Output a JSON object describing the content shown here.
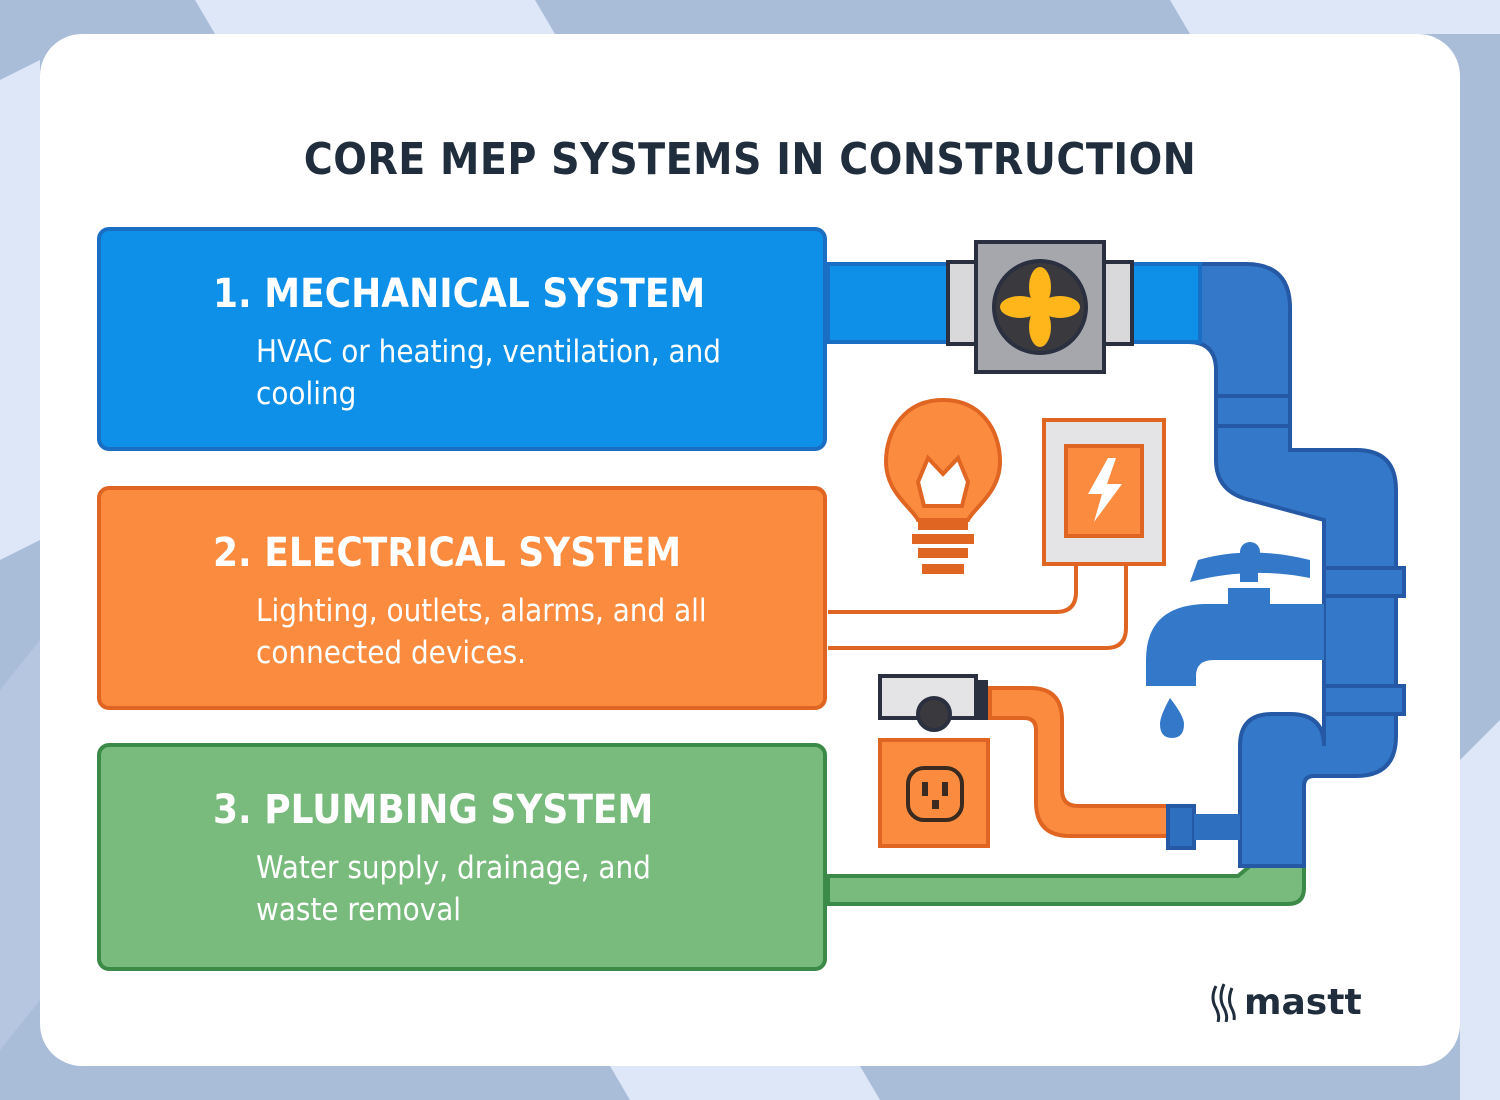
{
  "title": "CORE MEP SYSTEMS IN CONSTRUCTION",
  "systems": [
    {
      "heading": "1. MECHANICAL SYSTEM",
      "description": "HVAC or heating, ventilation, and cooling"
    },
    {
      "heading": "2. ELECTRICAL SYSTEM",
      "description": "Lighting, outlets, alarms, and all connected devices."
    },
    {
      "heading": "3. PLUMBING SYSTEM",
      "description": "Water supply, drainage, and waste removal"
    }
  ],
  "logo": {
    "text": "mastt",
    "icon": "mastt-flame-icon"
  },
  "icons": [
    "fan-icon",
    "light-bulb-icon",
    "electrical-panel-icon",
    "water-faucet-icon",
    "power-outlet-icon",
    "meter-icon"
  ],
  "colors": {
    "mechanical": "#0e8fe8",
    "electrical": "#fb8c3f",
    "plumbing": "#79bb7d",
    "pipe": "#3479c9",
    "title": "#1f2d3d"
  }
}
